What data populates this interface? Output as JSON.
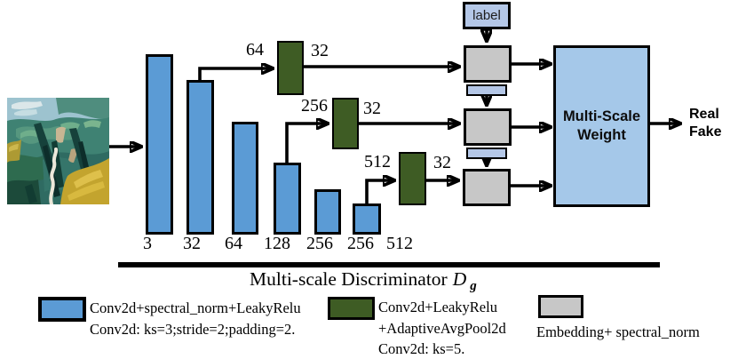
{
  "colors": {
    "conv_bar_blue": "#5b9bd5",
    "pool_block_green": "#3e5c24",
    "embedding_gray": "#c7c7c7",
    "connector_light_blue": "#b4c7e7",
    "weight_box_blue": "#a5c8e9"
  },
  "encoder": {
    "channel_labels": [
      "3",
      "32",
      "64",
      "128",
      "256",
      "256",
      "512"
    ]
  },
  "taps": [
    {
      "in": "64",
      "out": "32"
    },
    {
      "in": "256",
      "out": "32"
    },
    {
      "in": "512",
      "out": "32"
    }
  ],
  "label_box": {
    "text": "label"
  },
  "weight_box": {
    "line1": "Multi-Scale",
    "line2": "Weight"
  },
  "output": {
    "line1": "Real",
    "line2": "Fake"
  },
  "title": {
    "text": "Multi-scale Discriminator",
    "symbol": "D",
    "subscript": "g"
  },
  "legend": {
    "conv": {
      "lines": [
        "Conv2d+spectral_norm+LeakyRelu",
        "Conv2d: ks=3;stride=2;padding=2."
      ]
    },
    "pool": {
      "lines": [
        "Conv2d+LeakyRelu",
        "+AdaptiveAvgPool2d",
        "Conv2d: ks=5."
      ]
    },
    "embed": {
      "lines": [
        "Embedding+ spectral_norm"
      ]
    }
  }
}
